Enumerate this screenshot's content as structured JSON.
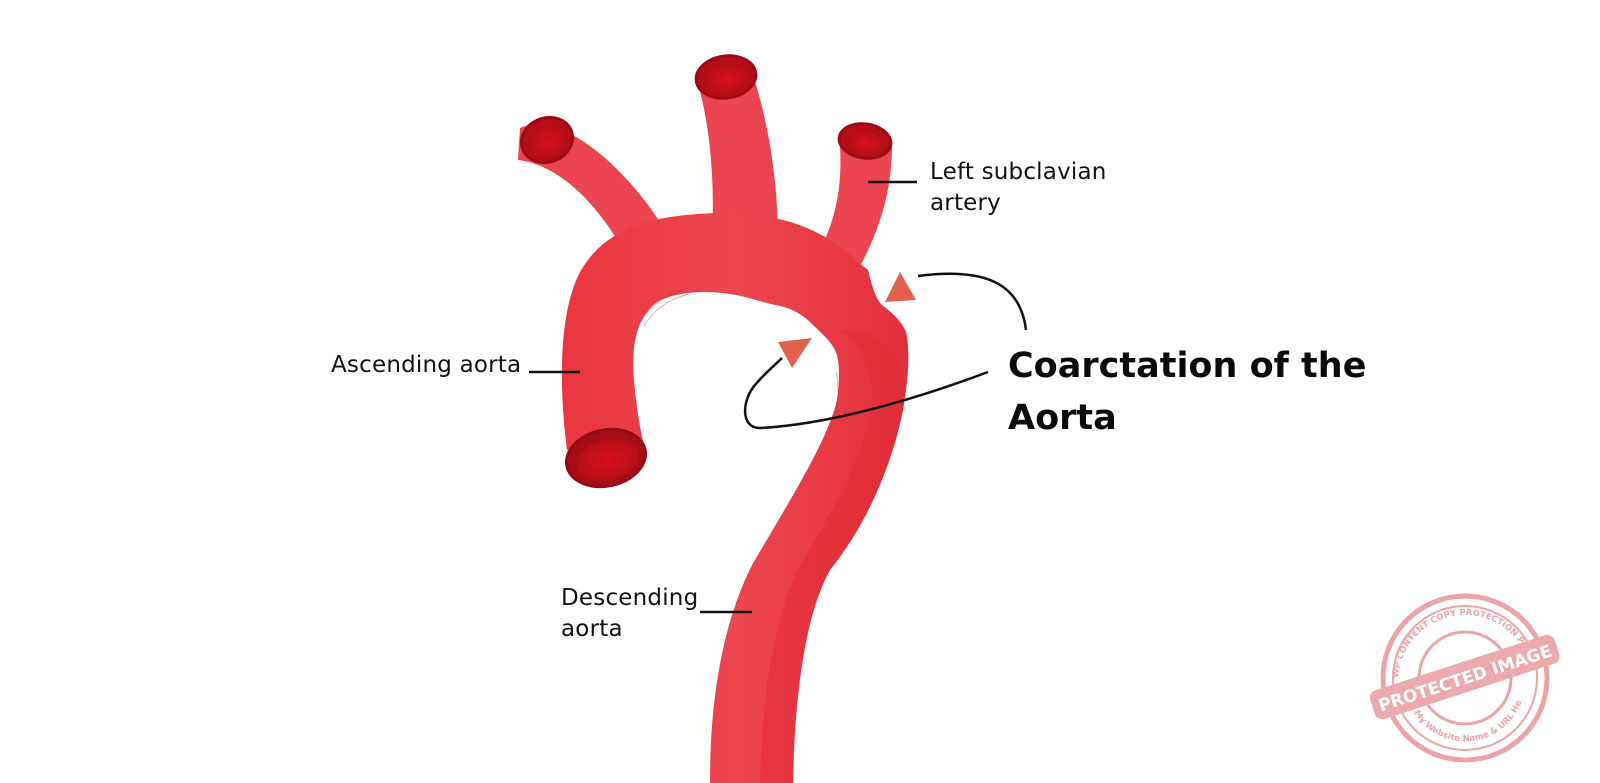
{
  "labels": {
    "left_subclavian": [
      "Left subclavian",
      "artery"
    ],
    "ascending": "Ascending aorta",
    "descending": [
      "Descending",
      "aorta"
    ]
  },
  "title": [
    "Coarctation of the",
    "Aorta"
  ],
  "watermark": {
    "main": "PROTECTED IMAGE",
    "ring_top": "WP CONTENT COPY PROTECTION PLUGIN",
    "ring_bottom": "My Website Name & URL Here"
  },
  "colors": {
    "aorta": "#e8353f",
    "aorta_light": "#ee5a62",
    "lumen": "#c5101c",
    "rim": "#a50d17",
    "arrow": "#e0624c",
    "leader": "#111111",
    "stamp": "#e8959a"
  }
}
